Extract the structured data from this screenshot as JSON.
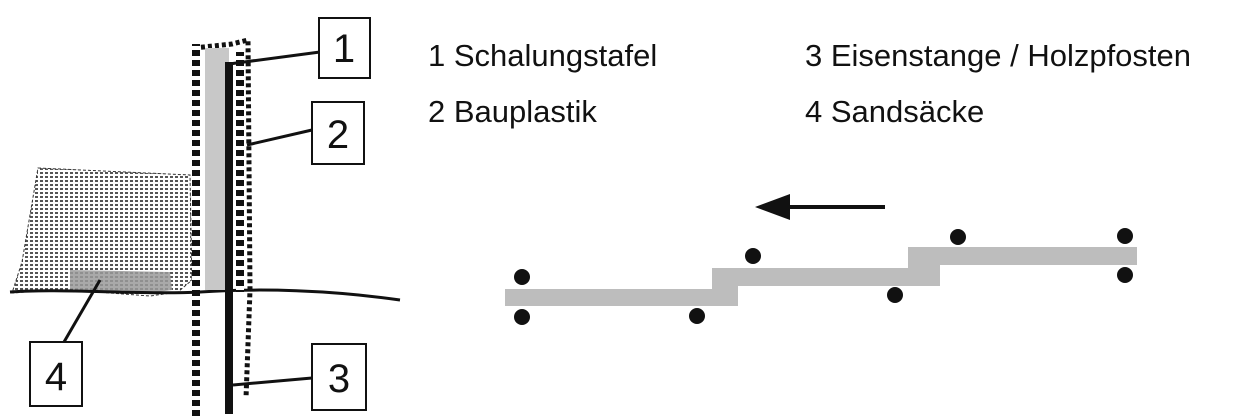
{
  "callouts": {
    "c1": "1",
    "c2": "2",
    "c3": "3",
    "c4": "4"
  },
  "legend": {
    "item1": "1 Schalungstafel",
    "item2": "2 Bauplastik",
    "item3": "3 Eisenstange / Holzpfosten",
    "item4": "4 Sandsäcke"
  },
  "colors": {
    "ink": "#111111",
    "plastic_fill": "#c8c8c8",
    "board_fill": "#bfbfbf",
    "sand_hatch": "#555555"
  },
  "icons": {
    "direction": "arrow-left-icon"
  }
}
